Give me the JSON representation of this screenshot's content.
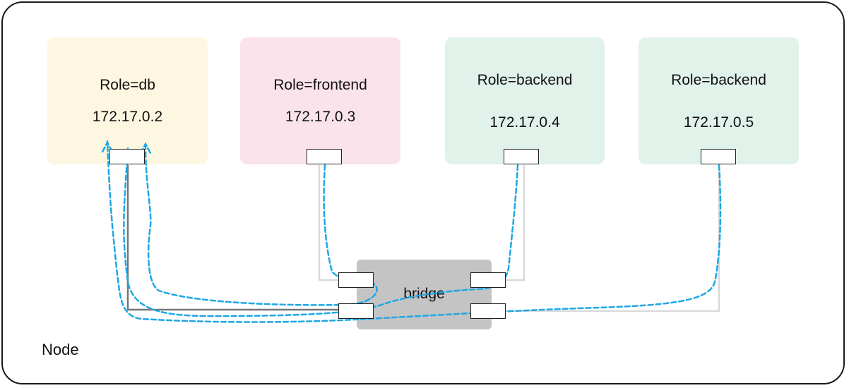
{
  "colors": {
    "db_fill": "#fdf6e0",
    "frontend_fill": "#fae3ea",
    "backend_fill": "#e0f2ea",
    "bridge_fill": "#c4c4c4",
    "wire_dark": "#777777",
    "wire_light": "#d9d9d9",
    "flow": "#1ea7e4"
  },
  "pods": [
    {
      "role": "Role=db",
      "ip": "172.17.0.2"
    },
    {
      "role": "Role=frontend",
      "ip": "172.17.0.3"
    },
    {
      "role": "Role=backend",
      "ip": "172.17.0.4"
    },
    {
      "role": "Role=backend",
      "ip": "172.17.0.5"
    }
  ],
  "bridge": {
    "label": "bridge"
  },
  "node": {
    "label": "Node"
  }
}
